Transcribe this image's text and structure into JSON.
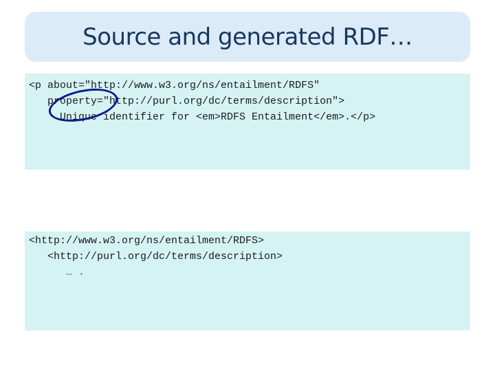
{
  "slide": {
    "title": "Source and generated RDF…"
  },
  "source_html": {
    "line1": "<p about=\"http://www.w3.org/ns/entailment/RDFS\"",
    "line2": "   property=\"http://purl.org/dc/terms/description\">",
    "line3": "     Unique identifier for <em>RDFS Entailment</em>.</p>"
  },
  "generated_rdf": {
    "line1": "<http://www.w3.org/ns/entailment/RDFS>",
    "line2": "   <http://purl.org/dc/terms/description>",
    "line3": "      … ."
  },
  "colors": {
    "title_box": "#dcebf8",
    "title_text": "#17375e",
    "code_box": "#d5f3f3",
    "circle_mark": "#0e1a8c"
  }
}
